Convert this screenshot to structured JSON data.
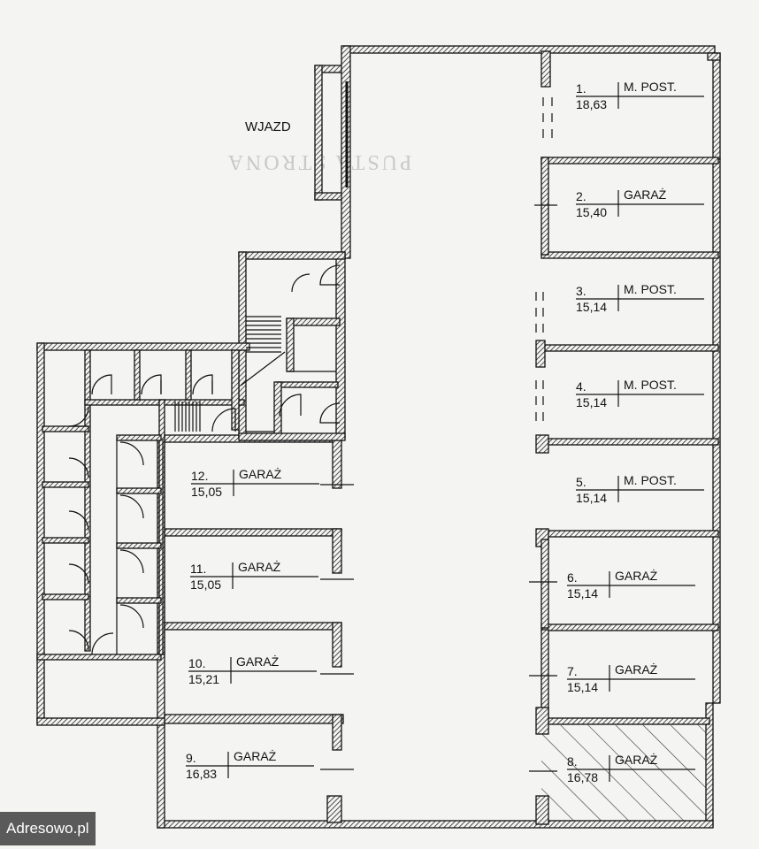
{
  "entrance_label": "WJAZD",
  "ghost_text": "PUSTA STRONA",
  "watermark": "Adresowo.pl",
  "units": [
    {
      "no": "1.",
      "area": "18,63",
      "kind": "M. POST."
    },
    {
      "no": "2.",
      "area": "15,40",
      "kind": "GARAŻ"
    },
    {
      "no": "3.",
      "area": "15,14",
      "kind": "M. POST."
    },
    {
      "no": "4.",
      "area": "15,14",
      "kind": "M. POST."
    },
    {
      "no": "5.",
      "area": "15,14",
      "kind": "M. POST."
    },
    {
      "no": "6.",
      "area": "15,14",
      "kind": "GARAŻ"
    },
    {
      "no": "7.",
      "area": "15,14",
      "kind": "GARAŻ"
    },
    {
      "no": "8.",
      "area": "16,78",
      "kind": "GARAŻ"
    },
    {
      "no": "9.",
      "area": "16,83",
      "kind": "GARAŻ"
    },
    {
      "no": "10.",
      "area": "15,21",
      "kind": "GARAŻ"
    },
    {
      "no": "11.",
      "area": "15,05",
      "kind": "GARAŻ"
    },
    {
      "no": "12.",
      "area": "15,05",
      "kind": "GARAŻ"
    }
  ]
}
